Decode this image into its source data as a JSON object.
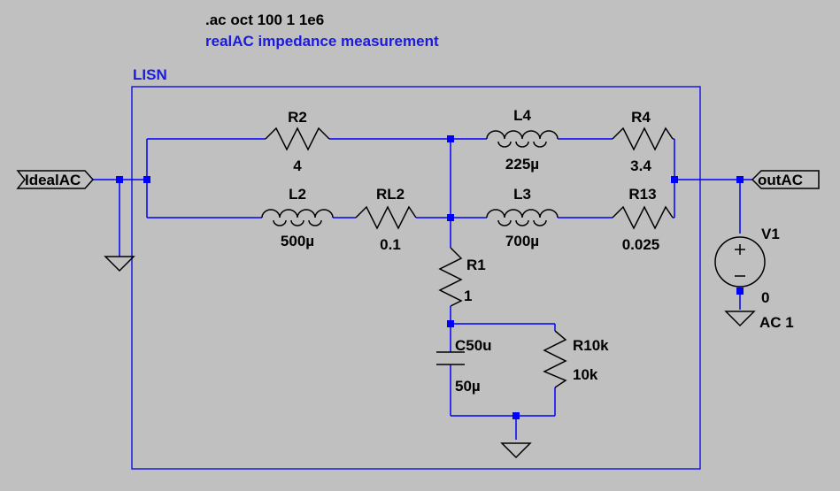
{
  "directives": {
    "spice": ".ac oct 100 1 1e6",
    "comment": "realAC impedance measurement"
  },
  "box_label": "LISN",
  "flags": {
    "input": "IdealAC",
    "output": "outAC"
  },
  "components": {
    "R2": {
      "name": "R2",
      "value": "4"
    },
    "L4": {
      "name": "L4",
      "value": "225µ"
    },
    "R4": {
      "name": "R4",
      "value": "3.4"
    },
    "L2": {
      "name": "L2",
      "value": "500µ"
    },
    "RL2": {
      "name": "RL2",
      "value": "0.1"
    },
    "L3": {
      "name": "L3",
      "value": "700µ"
    },
    "R13": {
      "name": "R13",
      "value": "0.025"
    },
    "R1": {
      "name": "R1",
      "value": "1"
    },
    "C50u": {
      "name": "C50u",
      "value": "50µ"
    },
    "R10k": {
      "name": "R10k",
      "value": "10k"
    },
    "V1": {
      "name": "V1",
      "value": "0",
      "ac": "AC 1"
    }
  },
  "colors": {
    "background": "#c0c0c0",
    "wire": "#0000ff",
    "annotation": "#1a1ae0",
    "component": "#000000"
  }
}
